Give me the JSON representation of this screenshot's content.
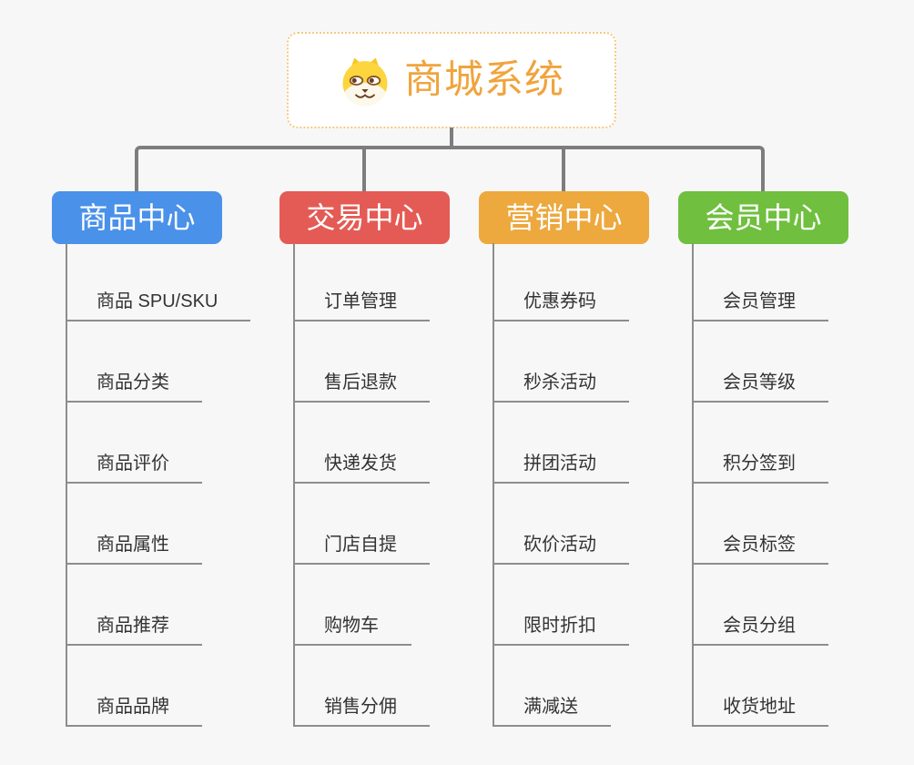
{
  "root": {
    "title": "商城系统",
    "icon": "shiba-dog-icon"
  },
  "branches": [
    {
      "label": "商品中心",
      "color": "#4a91e9",
      "items": [
        "商品 SPU/SKU",
        "商品分类",
        "商品评价",
        "商品属性",
        "商品推荐",
        "商品品牌"
      ]
    },
    {
      "label": "交易中心",
      "color": "#e45b55",
      "items": [
        "订单管理",
        "售后退款",
        "快递发货",
        "门店自提",
        "购物车",
        "销售分佣"
      ]
    },
    {
      "label": "营销中心",
      "color": "#eda83e",
      "items": [
        "优惠券码",
        "秒杀活动",
        "拼团活动",
        "砍价活动",
        "限时折扣",
        "满减送"
      ]
    },
    {
      "label": "会员中心",
      "color": "#70bf3f",
      "items": [
        "会员管理",
        "会员等级",
        "积分签到",
        "会员标签",
        "会员分组",
        "收货地址"
      ]
    }
  ],
  "colors": {
    "background": "#f7f7f7",
    "connector": "#7d7d7d",
    "leaf_line": "#8d8d8d",
    "leaf_text": "#333333",
    "root_text": "#f0a43c",
    "root_border": "#f6c87f"
  }
}
